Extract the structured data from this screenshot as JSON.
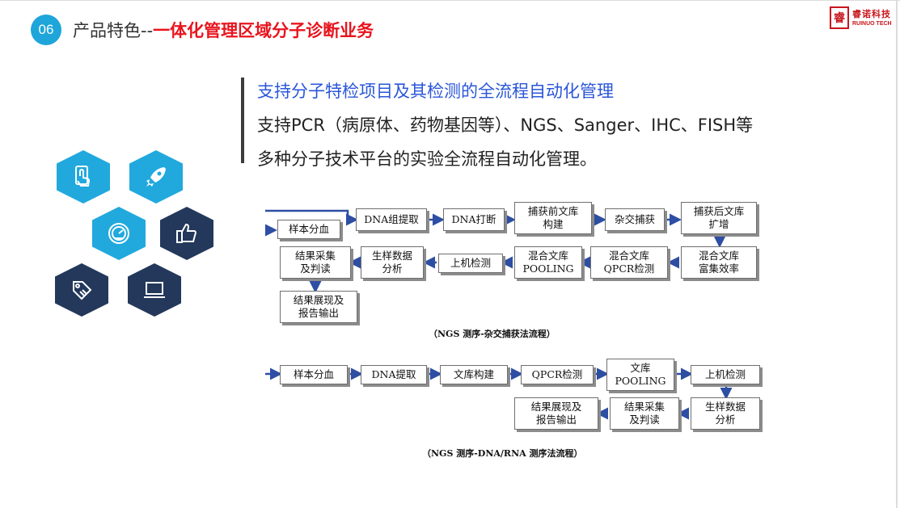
{
  "header": {
    "number": "06",
    "title_prefix": "产品特色--",
    "title_highlight": "一体化管理区域分子诊断业务",
    "logo": {
      "cn_text": "睿诺科技",
      "en_text": "RUINUO TECH"
    }
  },
  "description": {
    "line1": "支持分子特检项目及其检测的全流程自动化管理",
    "line2": "支持PCR（病原体、药物基因等）、NGS、Sanger、IHC、FISH等",
    "line3": "多种分子技术平台的实验全流程自动化管理。"
  },
  "icons": [
    {
      "name": "touch-phone-icon",
      "color": "#21a9dd"
    },
    {
      "name": "rocket-icon",
      "color": "#21a9dd"
    },
    {
      "name": "gauge-icon",
      "color": "#21a9dd"
    },
    {
      "name": "thumbs-up-icon",
      "color": "#23385a"
    },
    {
      "name": "tag-icon",
      "color": "#23385a"
    },
    {
      "name": "laptop-icon",
      "color": "#23385a"
    }
  ],
  "flow1": {
    "caption": "（NGS 测序-杂交捕获法流程）",
    "steps": {
      "sample": "样本分血",
      "dna_extract": "DNA组提取",
      "dna_break": "DNA打断",
      "pre_capture": "捕获前文库\n构建",
      "hybrid": "杂交捕获",
      "post_capture": "捕获后文库\n扩增",
      "mix_enrich": "混合文库\n富集效率",
      "mix_qpcr": "混合文库\nQPCR检测",
      "mix_pooling": "混合文库\nPOOLING",
      "sequencing": "上机检测",
      "bioinfo": "生样数据\n分析",
      "result_judge": "结果采集\n及判读",
      "report": "结果展现及\n报告输出"
    }
  },
  "flow2": {
    "caption": "（NGS 测序-DNA/RNA 测序法流程）",
    "steps": {
      "sample": "样本分血",
      "dna_extract": "DNA提取",
      "library": "文库构建",
      "qpcr": "QPCR检测",
      "pooling": "文库\nPOOLING",
      "sequencing": "上机检测",
      "bioinfo": "生样数据\n分析",
      "result_judge": "结果采集\n及判读",
      "report": "结果展现及\n报告输出"
    }
  },
  "colors": {
    "accent": "#1ea5d9",
    "highlight": "#e8141e",
    "desc_blue": "#2a56d8",
    "arrow": "#2d4ea3",
    "navy": "#23385a"
  }
}
